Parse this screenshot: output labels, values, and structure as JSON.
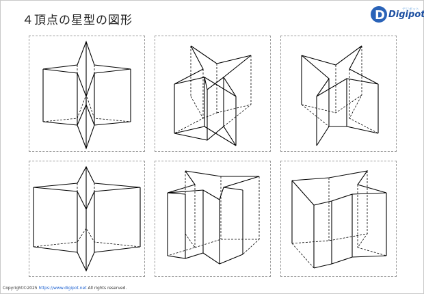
{
  "page": {
    "title": "４頂点の星型の図形"
  },
  "logo": {
    "text": "Digipot",
    "tagline": "デジポット"
  },
  "footer": {
    "prefix": "Copyright©2025 ",
    "link": "https://www.digipot.net",
    "suffix": " All rights reserved."
  },
  "figures": [
    {
      "name": "star-prism-front-view"
    },
    {
      "name": "star-prism-oblique-view-right"
    },
    {
      "name": "star-prism-oblique-view-left"
    },
    {
      "name": "star-prism-front-view-tall"
    },
    {
      "name": "star-prism-oblique-view-right-tall"
    },
    {
      "name": "star-prism-oblique-view-left-tall"
    }
  ]
}
